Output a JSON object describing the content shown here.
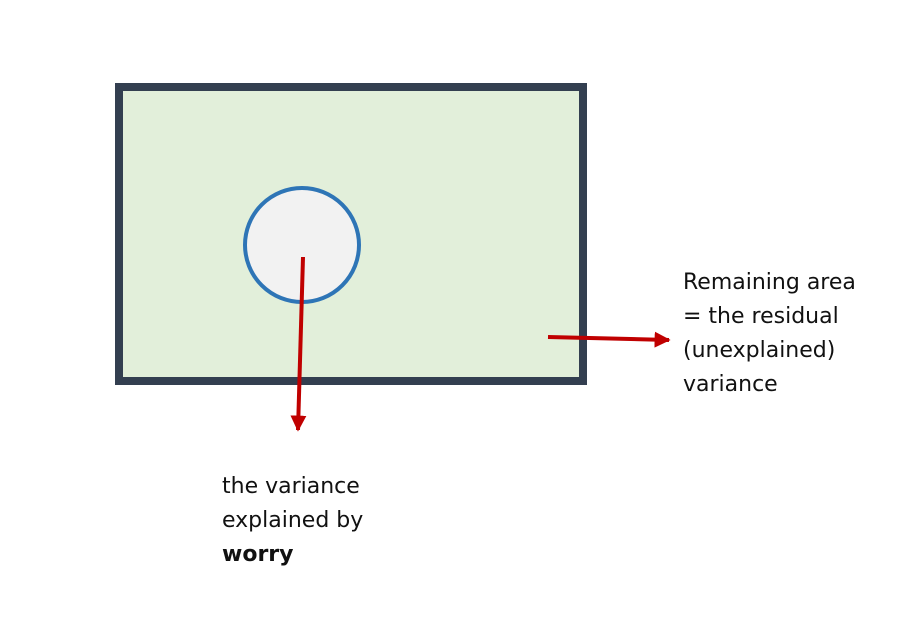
{
  "diagram": {
    "colors": {
      "rect_fill": "#E2EFDA",
      "rect_border": "#333F50",
      "circle_fill": "#F2F2F2",
      "circle_border": "#2E75B6",
      "arrow": "#C00000"
    },
    "residual_label": {
      "line1": "Remaining area",
      "line2": "= the residual",
      "line3": "(unexplained)",
      "line4": "variance"
    },
    "worry_label": {
      "line1": "the variance",
      "line2": "explained by",
      "line3": "worry"
    }
  }
}
